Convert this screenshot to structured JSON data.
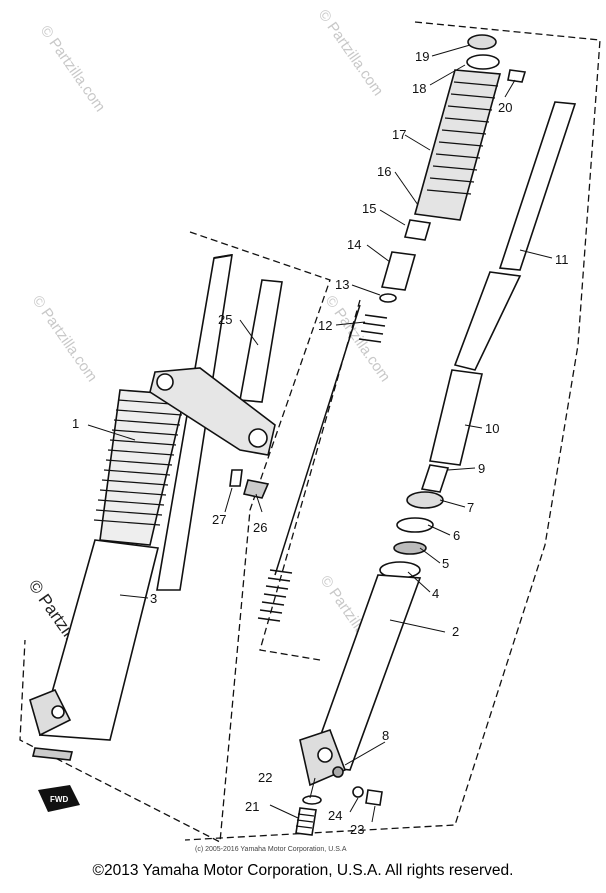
{
  "diagram": {
    "callouts": [
      "1",
      "2",
      "3",
      "4",
      "5",
      "6",
      "7",
      "8",
      "9",
      "10",
      "11",
      "12",
      "13",
      "14",
      "15",
      "16",
      "17",
      "18",
      "19",
      "20",
      "21",
      "22",
      "23",
      "24",
      "25",
      "26",
      "27"
    ],
    "fwd_label": "FWD",
    "small_copyright": "(c) 2005-2016 Yamaha Motor Corporation, U.S.A",
    "watermark": "© Partzilla.com"
  },
  "footer": {
    "copyright": "©2013 Yamaha Motor Corporation, U.S.A. All rights reserved."
  }
}
